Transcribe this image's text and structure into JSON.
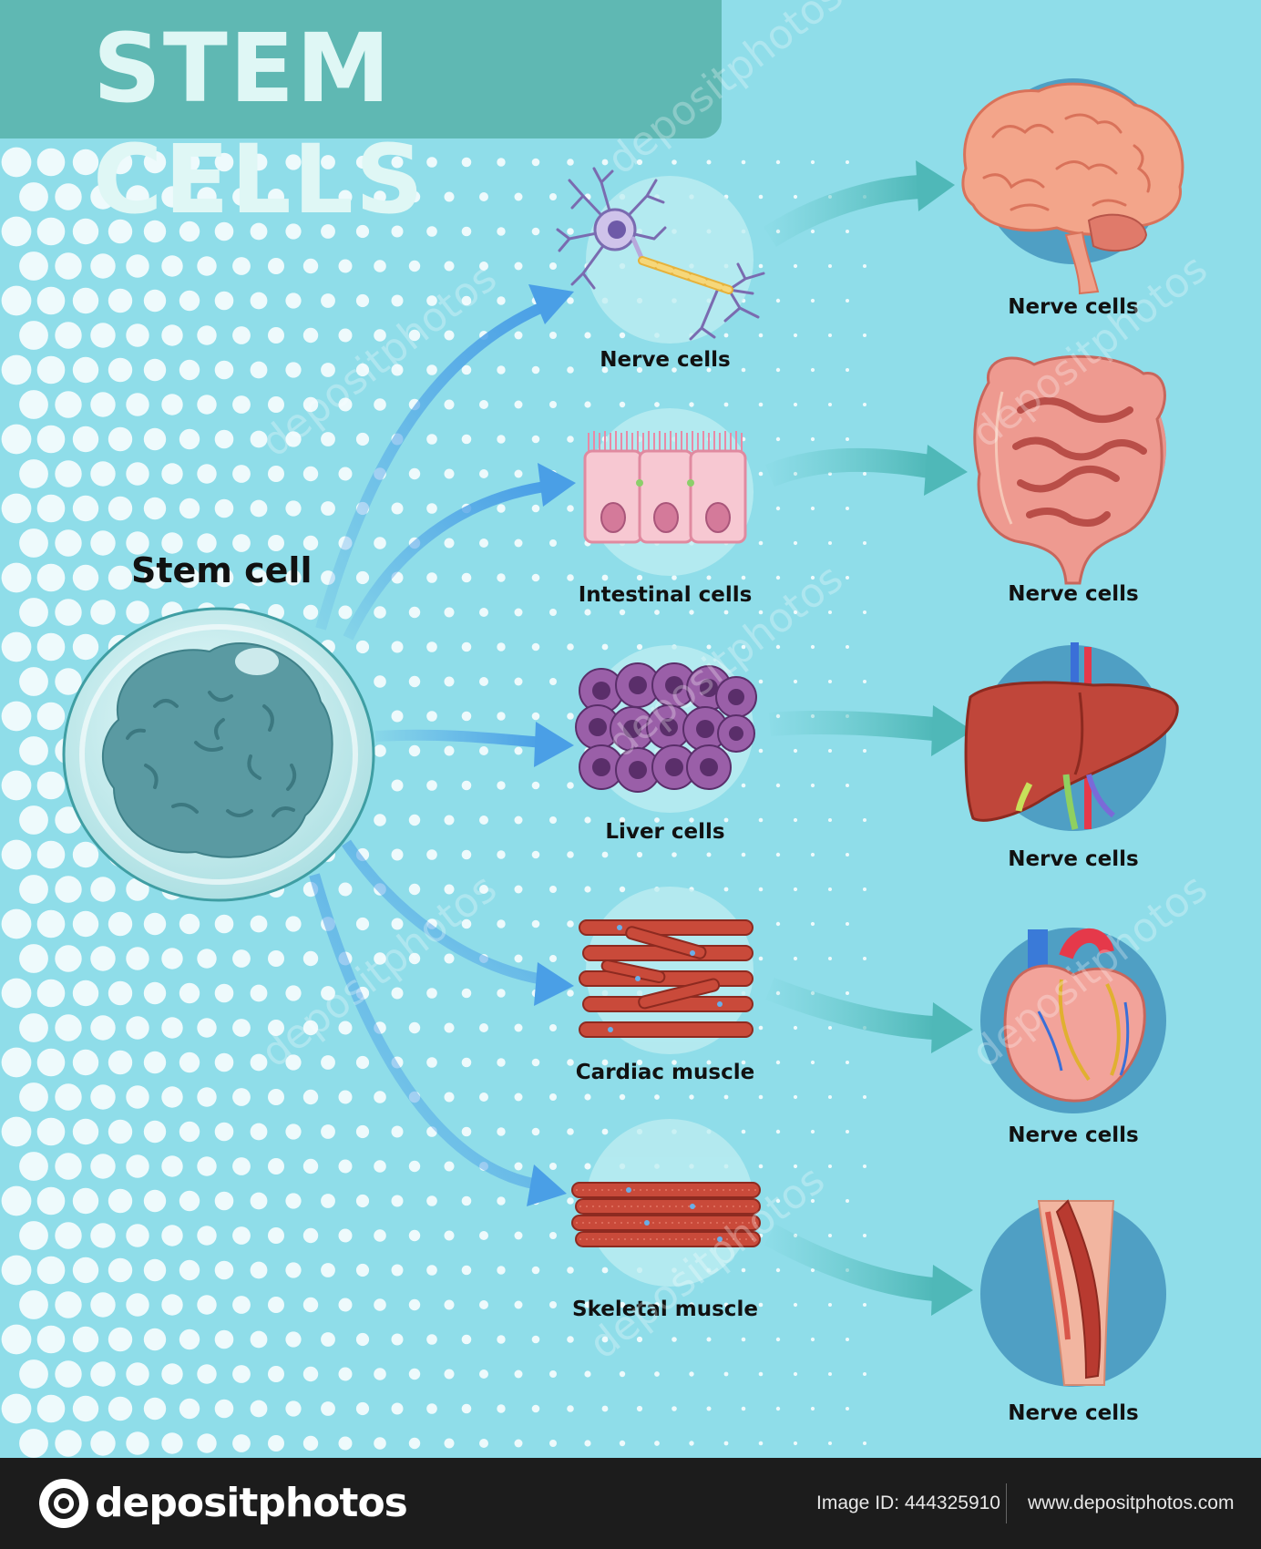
{
  "title": "STEM CELLS",
  "stem_cell_label": "Stem cell",
  "cells": [
    {
      "label": "Nerve cells"
    },
    {
      "label": "Intestinal cells"
    },
    {
      "label": "Liver cells"
    },
    {
      "label": "Cardiac muscle"
    },
    {
      "label": "Skeletal muscle"
    }
  ],
  "organs": [
    {
      "label": "Nerve cells",
      "icon": "brain-icon"
    },
    {
      "label": "Nerve cells",
      "icon": "intestine-icon"
    },
    {
      "label": "Nerve cells",
      "icon": "liver-icon"
    },
    {
      "label": "Nerve cells",
      "icon": "heart-icon"
    },
    {
      "label": "Nerve cells",
      "icon": "leg-muscle-icon"
    }
  ],
  "footer": {
    "logo": "depositphotos",
    "image_id": "Image ID: 444325910",
    "site": "www.depositphotos.com"
  },
  "watermark": "depositphotos",
  "colors": {
    "background": "#8fdde9",
    "title_bar": "#5fb8b3",
    "title_text": "#dff7f5",
    "arrow_blue": "#4a9fe6",
    "arrow_teal": "#5fc4c4",
    "organ_circle": "#4f9fc4",
    "footer": "#1c1c1c"
  }
}
